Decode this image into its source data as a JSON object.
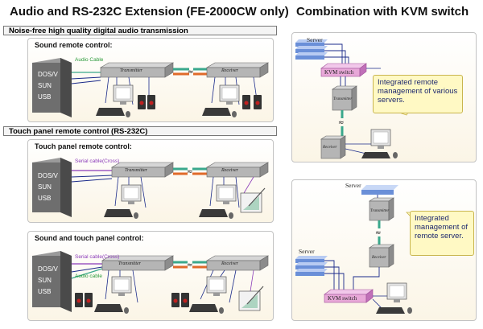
{
  "header": {
    "left_title": "Audio and RS-232C Extension (FE-2000CW only)",
    "right_title": "Combination with KVM switch"
  },
  "sections": {
    "audio_band": "Noise-free high quality digital audio transmission",
    "touch_band": "Touch panel remote control (RS-232C)"
  },
  "panels": {
    "sound": {
      "title": "Sound remote control:",
      "pc_label": [
        "DOS/V",
        "SUN",
        "USB"
      ],
      "cable": "Audio Cable",
      "transmitter": "Transmitter",
      "receiver": "Receiver"
    },
    "touch": {
      "title": "Touch panel remote control:",
      "pc_label": [
        "DOS/V",
        "SUN",
        "USB"
      ],
      "cable": "Serial cable(Cross)",
      "transmitter": "Transmitter",
      "receiver": "Receiver"
    },
    "both": {
      "title": "Sound and touch panel control:",
      "pc_label": [
        "DOS/V",
        "SUN",
        "USB"
      ],
      "cable_serial": "Serial cable(Cross)",
      "cable_audio": "Audio cable",
      "transmitter": "Transmitter",
      "receiver": "Receiver"
    }
  },
  "kvm_top": {
    "server_label": "Server",
    "kvm_label": "KVM switch",
    "transmitter": "Transmitter",
    "receiver": "Receiver",
    "callout": "Integrated remote management of various servers."
  },
  "kvm_bottom": {
    "server_label_top": "Server",
    "server_label_left": "Server",
    "kvm_label": "KVM switch",
    "transmitter": "Transmitter",
    "receiver": "Receiver",
    "callout": "Integrated management of remote server."
  },
  "colors": {
    "pc_tower": "#6e6e6e",
    "device": "#b5b5b5",
    "cable_green": "#3aa88c",
    "cable_orange": "#e06a2a",
    "kvm_pink": "#e8a8d8",
    "server_blue": "#6a8fd8",
    "callout_bg": "#fff9c4"
  }
}
